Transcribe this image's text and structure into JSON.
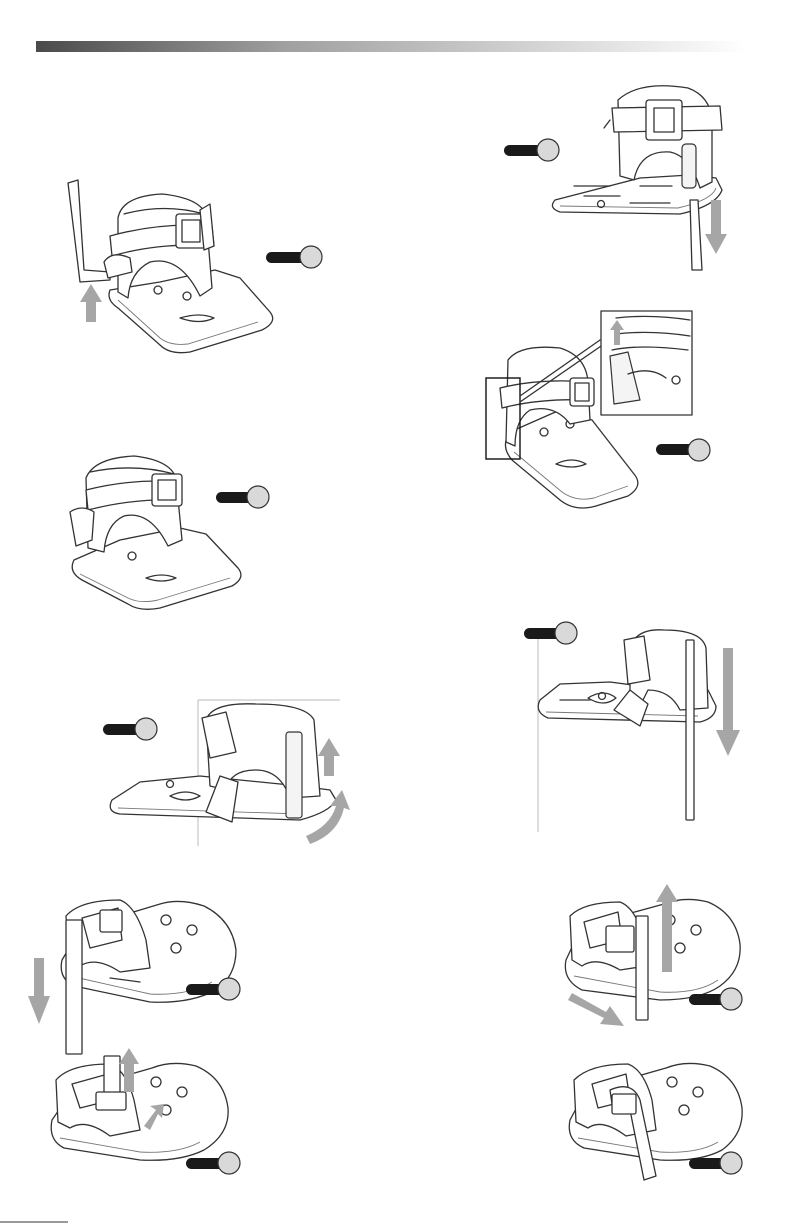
{
  "page": {
    "header_gradient": [
      "#4a4a4a",
      "#ffffff"
    ],
    "arrow_color": "#a6a6a6",
    "badge_pill_color": "#1a1a1a",
    "badge_circle_color": "#d9d9d9"
  },
  "steps": [
    {
      "id": "step-1",
      "badge": "",
      "arrows": [
        "up"
      ]
    },
    {
      "id": "step-2",
      "badge": "",
      "arrows": [
        "down"
      ]
    },
    {
      "id": "step-3",
      "badge": "",
      "inset": true,
      "arrows": [
        "up-small"
      ]
    },
    {
      "id": "step-4",
      "badge": "",
      "arrows": []
    },
    {
      "id": "step-5",
      "badge": "",
      "arrows": [
        "down"
      ]
    },
    {
      "id": "step-6",
      "badge": "",
      "arrows": [
        "up",
        "curved"
      ]
    },
    {
      "id": "step-7",
      "badge": "",
      "arrows": [
        "down"
      ]
    },
    {
      "id": "step-8",
      "badge": "",
      "arrows": [
        "up",
        "diagonal"
      ]
    },
    {
      "id": "step-9",
      "badge": "",
      "arrows": [
        "up",
        "diagonal"
      ]
    },
    {
      "id": "step-10",
      "badge": "",
      "arrows": []
    }
  ]
}
